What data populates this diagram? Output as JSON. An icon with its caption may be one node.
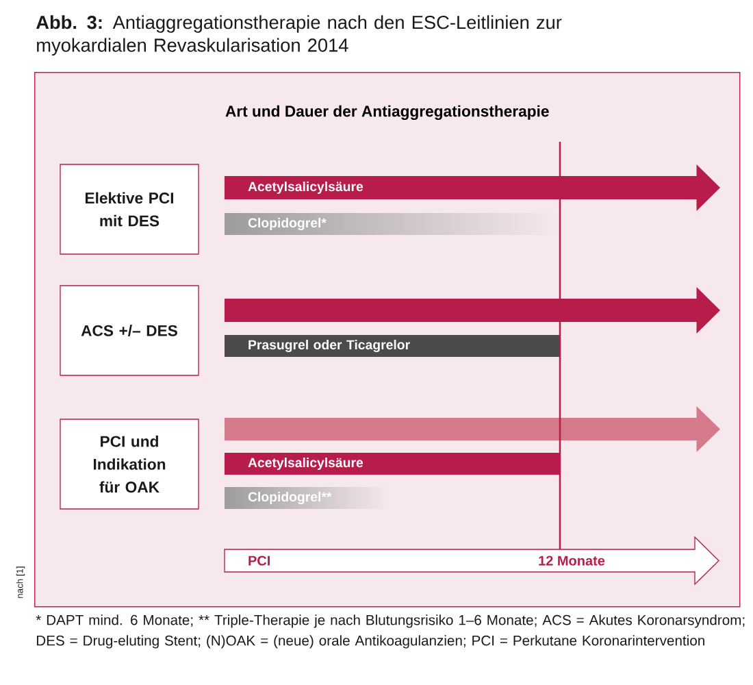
{
  "diagram": {
    "title": "**Abb. 3:** Antiaggregationstherapie nach den ESC-Leitlinien zur myokardialen Revaskularisation 2014",
    "caption": "* DAPT mind. 6 Monate; ** Triple-Therapie je nach Blutungsrisiko 1–6 Monate; ACS = Akutes Koronarsyndrom; DES = Drug-eluting Stent; (N)OAK = (neue) orale Antikoagulanzien; PCI = Perkutane Koronarintervention",
    "nodes": [
      {
        "text": [
          "Art und Dauer der Antiaggregationstherapie"
        ]
      },
      {
        "text": [
          "Elektive PCI mit DES"
        ],
        "in": 0
      },
      {
        "text": [
          "Acetylsalicylsäure"
        ],
        "in": 0
      },
      {
        "text": [
          "Clopidogrel*"
        ],
        "in": 0
      },
      {
        "text": [
          "ACS +/– DES"
        ],
        "in": 0
      },
      {
        "text": [],
        "shape": "bar",
        "in": 0
      },
      {
        "text": [
          "Prasugrel oder Ticagrelor"
        ],
        "in": 0
      },
      {
        "text": [
          "PCI und Indikation für OAK"
        ],
        "in": 0
      },
      {
        "text": [],
        "shape": "bar",
        "in": 0
      },
      {
        "text": [
          "Acetylsalicylsäure"
        ],
        "in": 0
      },
      {
        "text": [
          "Clopidogrel**"
        ],
        "in": 0
      },
      {
        "text": [
          "PCI",
          "12 Monate"
        ],
        "in": 0
      }
    ],
    "labels": [
      "nach [1]"
    ]
  }
}
